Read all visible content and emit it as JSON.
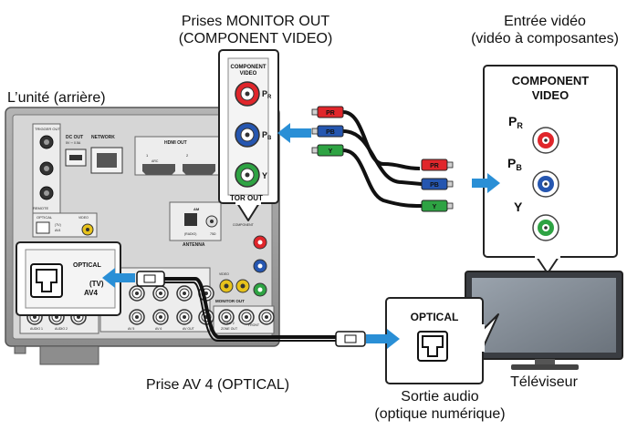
{
  "captions": {
    "monitor_out_line1": "Prises  MONITOR OUT",
    "monitor_out_line2": "(COMPONENT VIDEO)",
    "video_in_line1": "Entrée vidéo",
    "video_in_line2": "(vidéo à composantes)",
    "unit_rear": "L’unité (arrière)",
    "av4_jack": "Prise AV 4 (OPTICAL)",
    "tv": "Téléviseur",
    "audio_out_line1": "Sortie audio",
    "audio_out_line2": "(optique numérique)"
  },
  "monitor_callout": {
    "title_line1": "COMPONENT",
    "title_line2": "VIDEO",
    "jack_pr": "P",
    "jack_pr_sub": "R",
    "jack_pb": "P",
    "jack_pb_sub": "B",
    "jack_y": "Y",
    "footer": "TOR OUT"
  },
  "tv_panel": {
    "title_line1": "COMPONENT",
    "title_line2": "VIDEO",
    "jack_pr": "P",
    "jack_pr_sub": "R",
    "jack_pb": "P",
    "jack_pb_sub": "B",
    "jack_y": "Y"
  },
  "optical_callout": {
    "label": "OPTICAL",
    "tv_label": "(TV)",
    "av_label": "AV4"
  },
  "tv_optical": {
    "label": "OPTICAL"
  },
  "cable_plugs": {
    "pr": "PR",
    "pb": "PB",
    "y": "Y"
  },
  "receiver_labels": {
    "trigger": "TRIGGER OUT",
    "dc_out": "DC OUT",
    "dc_spec": "5V ⎓ 0.5A",
    "network": "NETWORK",
    "hdmi_out": "HDMI OUT",
    "hdmi1": "1",
    "hdmi2": "2",
    "arc": "ARC",
    "am": "AM",
    "antenna": "ANTENNA",
    "radio": "(RADIO)",
    "ohm": "75Ω",
    "remote": "REMOTE",
    "optical": "OPTICAL",
    "tv_small": "(TV)",
    "av4_small": "AV4",
    "video": "VIDEO",
    "monitor_out": "MONITOR OUT",
    "component_small": "COMPONENT",
    "audio1": "AUDIO 1",
    "audio2": "AUDIO 2",
    "av5": "AV 5",
    "av6": "AV 6",
    "av_out": "AV OUT",
    "zone2": "ZONE 2",
    "zone_out": "ZONE OUT",
    "front": "FRONT"
  },
  "colors": {
    "red": "#e0262b",
    "blue": "#2556b0",
    "green": "#2ea343",
    "arrow": "#2a8fd6",
    "chassis": "#9a9a9a",
    "chassis_dark": "#6f6f6f",
    "cable": "#111111"
  }
}
